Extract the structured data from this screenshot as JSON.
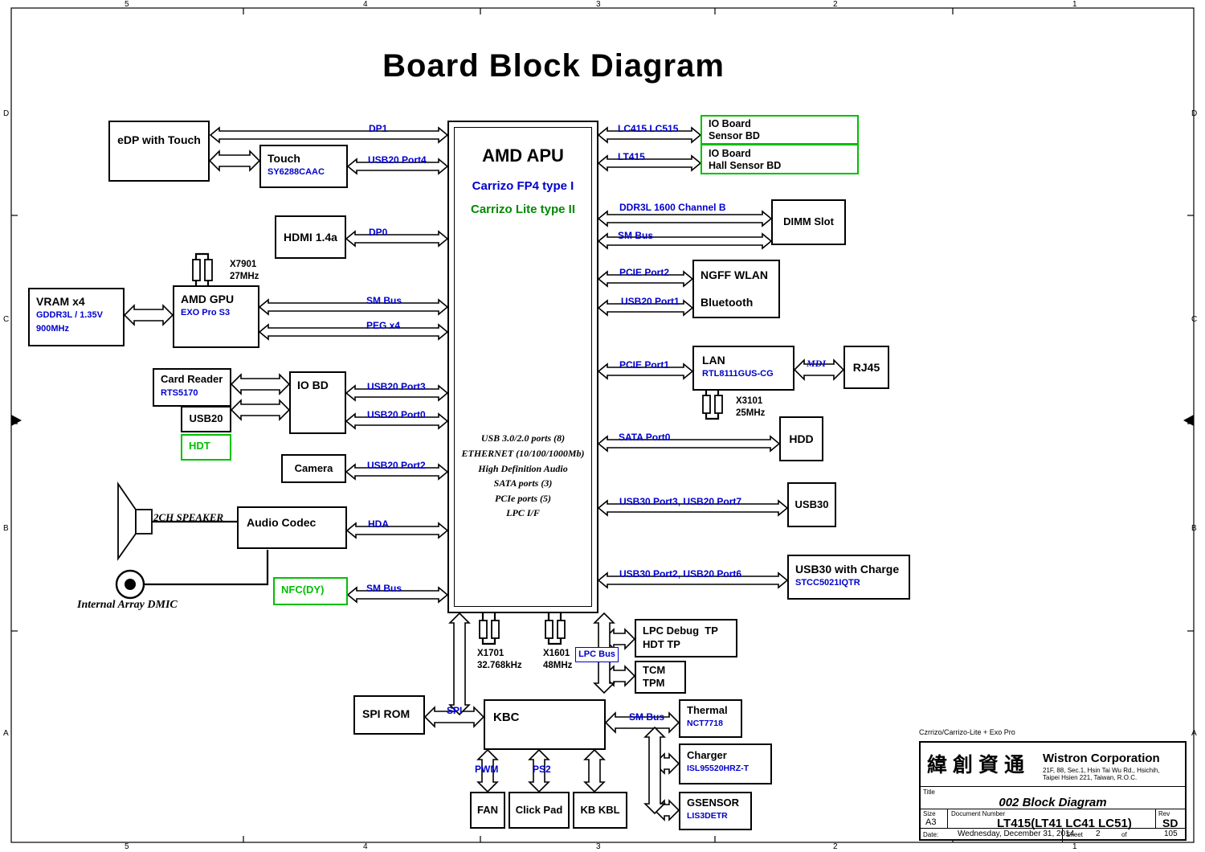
{
  "colors": {
    "blue": "#0000cc",
    "green": "#00c000",
    "dgreen": "#008a00"
  },
  "title": "Board Block Diagram",
  "frame": {
    "cols": [
      "5",
      "4",
      "3",
      "2",
      "1"
    ],
    "rows": [
      "D",
      "C",
      "B",
      "A"
    ]
  },
  "apu": {
    "name": "AMD APU",
    "type1": "Carrizo FP4 type I",
    "type2": "Carrizo Lite type II",
    "features": [
      "USB 3.0/2.0 ports (8)",
      "ETHERNET (10/100/1000Mb)",
      "High Definition Audio",
      "SATA ports (3)",
      "PCIe ports (5)",
      "LPC I/F"
    ]
  },
  "blocks": {
    "edp": {
      "title": "eDP with Touch"
    },
    "touch": {
      "title": "Touch",
      "part": "SY6288CAAC"
    },
    "hdmi": {
      "title": "HDMI 1.4a"
    },
    "vram": {
      "title": "VRAM x4",
      "sub1": "GDDR3L / 1.35V",
      "sub2": "900MHz"
    },
    "gpu": {
      "title": "AMD GPU",
      "part": "EXO Pro S3"
    },
    "cardreader": {
      "title": "Card Reader",
      "part": "RTS5170"
    },
    "usb20": {
      "title": "USB20"
    },
    "hdt": {
      "title": "HDT"
    },
    "iobd": {
      "title": "IO BD"
    },
    "camera": {
      "title": "Camera"
    },
    "audiocodec": {
      "title": "Audio Codec"
    },
    "speaker": {
      "label": "2CH  SPEAKER"
    },
    "dmic": {
      "label": "Internal Array DMIC"
    },
    "nfc": {
      "title": "NFC(DY)"
    },
    "spirom": {
      "title": "SPI ROM"
    },
    "iosensor": {
      "line1": "IO Board",
      "line2": "Sensor BD"
    },
    "iohall": {
      "line1": "IO Board",
      "line2": "Hall Sensor BD"
    },
    "dimm": {
      "title": "DIMM Slot"
    },
    "wlan": {
      "line1": "NGFF WLAN",
      "line2": "Bluetooth"
    },
    "lan": {
      "title": "LAN",
      "part": "RTL8111GUS-CG"
    },
    "rj45": {
      "title": "RJ45"
    },
    "hdd": {
      "title": "HDD"
    },
    "usb30": {
      "title": "USB30"
    },
    "usb30charge": {
      "title": "USB30 with Charge",
      "part": "STCC5021IQTR"
    },
    "lpcdebug": {
      "line1": "LPC Debug  TP",
      "line2": "HDT TP"
    },
    "tcm": {
      "line1": "TCM",
      "line2": "TPM"
    },
    "kbc": {
      "title": "KBC"
    },
    "thermal": {
      "title": "Thermal",
      "part": "NCT7718"
    },
    "charger": {
      "title": "Charger",
      "part": "ISL95520HRZ-T"
    },
    "gsensor": {
      "title": "GSENSOR",
      "part": "LIS3DETR"
    },
    "fan": {
      "title": "FAN"
    },
    "clickpad": {
      "title": "Click Pad"
    },
    "kbkbl": {
      "title": "KB KBL"
    }
  },
  "crystals": {
    "x7901": {
      "line1": "X7901",
      "line2": "27MHz"
    },
    "x3101": {
      "line1": "X3101",
      "line2": "25MHz"
    },
    "x1701": {
      "line1": "X1701",
      "line2": "32.768kHz"
    },
    "x1601": {
      "line1": "X1601",
      "line2": "48MHz"
    }
  },
  "buses": {
    "dp1": "DP1",
    "usb20p4": "USB20 Port4",
    "dp0": "DP0",
    "smbus_gpu": "SM Bus",
    "pegx4": "PEG x4",
    "usb20p3": "USB20 Port3",
    "usb20p0": "USB20 Port0",
    "usb20p2": "USB20 Port2",
    "hda": "HDA",
    "smbus_nfc": "SM Bus",
    "lc415": "LC415 LC515",
    "lt415": "LT415",
    "ddr3l": "DDR3L 1600 Channel B",
    "smbus_dimm": "SM Bus",
    "pciep2": "PCIE Port2",
    "usb20p1": "USB20 Port1",
    "pciep1": "PCIE Port1",
    "mdi": "MDI",
    "satap0": "SATA Port0",
    "usb30p3": "USB30 Port3, USB20 Port7",
    "usb30p2": "USB30 Port2, USB20 Port6",
    "lpcbus": "LPC Bus",
    "spi": "SPI",
    "smbus_kbc": "SM Bus",
    "pwm": "PWM",
    "ps2": "PS2"
  },
  "titleblock": {
    "note": "Czrrizo/Carrizo-Lite + Exo Pro",
    "logo": "緯創資通",
    "company": "Wistron Corporation",
    "address1": "21F, 88, Sec.1, Hsin Tai Wu Rd., Hsichih,",
    "address2": "Taipei Hsien 221, Taiwan, R.O.C.",
    "title_label": "Title",
    "doc_title": "002  Block Diagram",
    "size_label": "Size",
    "size": "A3",
    "docnum_label": "Document Number",
    "docnum": "LT415(LT41 LC41 LC51)",
    "rev_label": "Rev",
    "rev": "SD",
    "date_label": "Date:",
    "date": "Wednesday, December 31, 2014",
    "sheet_label": "Sheet",
    "sheet": "2",
    "of_label": "of",
    "total": "105"
  }
}
